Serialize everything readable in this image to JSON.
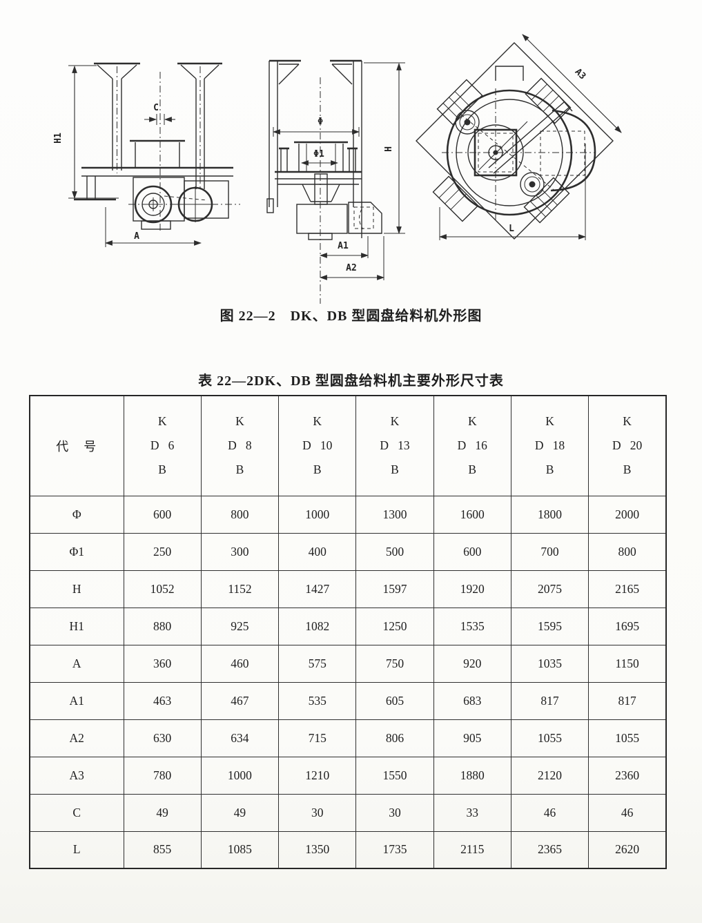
{
  "colors": {
    "ink": "#1f1f1f",
    "paper": "#fcfcfa",
    "line": "#2d2d2d"
  },
  "figure": {
    "caption": "图 22—2　DK、DB 型圆盘给料机外形图",
    "labels": {
      "h1": "H1",
      "c": "C",
      "a": "A",
      "phi": "Φ",
      "phi1": "Φ1",
      "h": "H",
      "a1": "A1",
      "a2": "A2",
      "a3": "A3",
      "l": "L"
    }
  },
  "table": {
    "title": "表 22—2DK、DB 型圆盘给料机主要外形尺寸表",
    "corner_header": "代　号",
    "columns": [
      "K\nD   6\nB",
      "K\nD   8\nB",
      "K\nD   10\nB",
      "K\nD   13\nB",
      "K\nD   16\nB",
      "K\nD   18\nB",
      "K\nD   20\nB"
    ],
    "rows": [
      {
        "label": "Φ",
        "values": [
          "600",
          "800",
          "1000",
          "1300",
          "1600",
          "1800",
          "2000"
        ]
      },
      {
        "label": "Φ1",
        "values": [
          "250",
          "300",
          "400",
          "500",
          "600",
          "700",
          "800"
        ]
      },
      {
        "label": "H",
        "values": [
          "1052",
          "1152",
          "1427",
          "1597",
          "1920",
          "2075",
          "2165"
        ]
      },
      {
        "label": "H1",
        "values": [
          "880",
          "925",
          "1082",
          "1250",
          "1535",
          "1595",
          "1695"
        ]
      },
      {
        "label": "A",
        "values": [
          "360",
          "460",
          "575",
          "750",
          "920",
          "1035",
          "1150"
        ]
      },
      {
        "label": "A1",
        "values": [
          "463",
          "467",
          "535",
          "605",
          "683",
          "817",
          "817"
        ]
      },
      {
        "label": "A2",
        "values": [
          "630",
          "634",
          "715",
          "806",
          "905",
          "1055",
          "1055"
        ]
      },
      {
        "label": "A3",
        "values": [
          "780",
          "1000",
          "1210",
          "1550",
          "1880",
          "2120",
          "2360"
        ]
      },
      {
        "label": "C",
        "values": [
          "49",
          "49",
          "30",
          "30",
          "33",
          "46",
          "46"
        ]
      },
      {
        "label": "L",
        "values": [
          "855",
          "1085",
          "1350",
          "1735",
          "2115",
          "2365",
          "2620"
        ]
      }
    ]
  }
}
